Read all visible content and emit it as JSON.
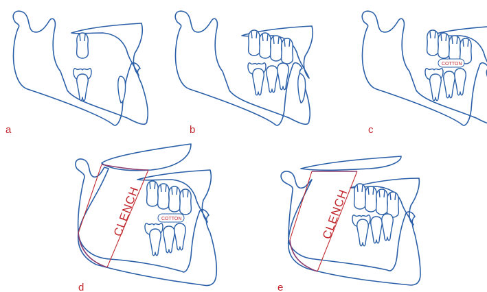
{
  "figure": {
    "panels": [
      {
        "id": "a",
        "label": "a"
      },
      {
        "id": "b",
        "label": "b"
      },
      {
        "id": "c",
        "label": "c",
        "cotton_label": "COTTON"
      },
      {
        "id": "d",
        "label": "d",
        "cotton_label": "COTTON",
        "muscle_label": "CLENCH"
      },
      {
        "id": "e",
        "label": "e",
        "muscle_label": "CLENCH"
      }
    ]
  },
  "colors": {
    "outline": "#2a5fa8",
    "label": "#c2272d",
    "muscle_edge": "#8b3a6e",
    "background": "#ffffff"
  }
}
